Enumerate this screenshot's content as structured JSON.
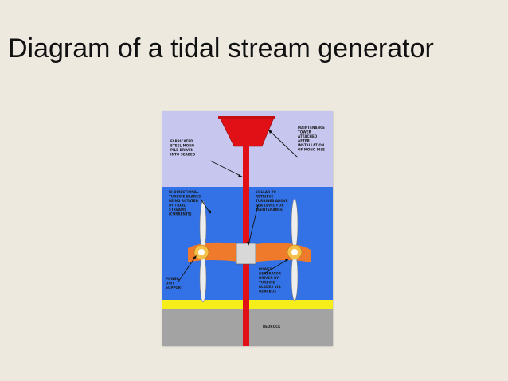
{
  "slide": {
    "title": "Diagram of a tidal stream generator"
  },
  "diagram": {
    "labels": {
      "maintenance_tower": [
        "MAINTENANCE",
        "TOWER",
        "ATTACHED",
        "AFTER",
        "INSTALLATION",
        "OF MONO PILE"
      ],
      "mono_pile": [
        "FABRICATED",
        "STEEL MONO",
        "PILE DRIVEN",
        "INTO SEABED"
      ],
      "turbine_blades": [
        "BI DIRECTIONAL",
        "TURBINE BLADES",
        "BEING ROTATED",
        "BY TIDAL",
        "STREAMS",
        "(CURRENTS)"
      ],
      "collar": [
        "COLLAR TO",
        "RETRIEVE",
        "TURBINES ABOVE",
        "SEA LEVEL FOR",
        "MAINTENANCE"
      ],
      "power_unit_support": [
        "POWER",
        "UNIT",
        "SUPPORT"
      ],
      "power_generator": [
        "POWER",
        "GENERATOR",
        "DRIVEN BY",
        "TURBINE",
        "BLADES VIA",
        "GEARBOX"
      ],
      "bedrock": "BEDROCK"
    },
    "colors": {
      "sky": "#c7c6ee",
      "sea": "#3372e6",
      "sand": "#f6ee1a",
      "bedrock": "#a3a3a3",
      "pile": "#e01016",
      "arm": "#f07a2c",
      "hub": "#f5c04a"
    }
  }
}
